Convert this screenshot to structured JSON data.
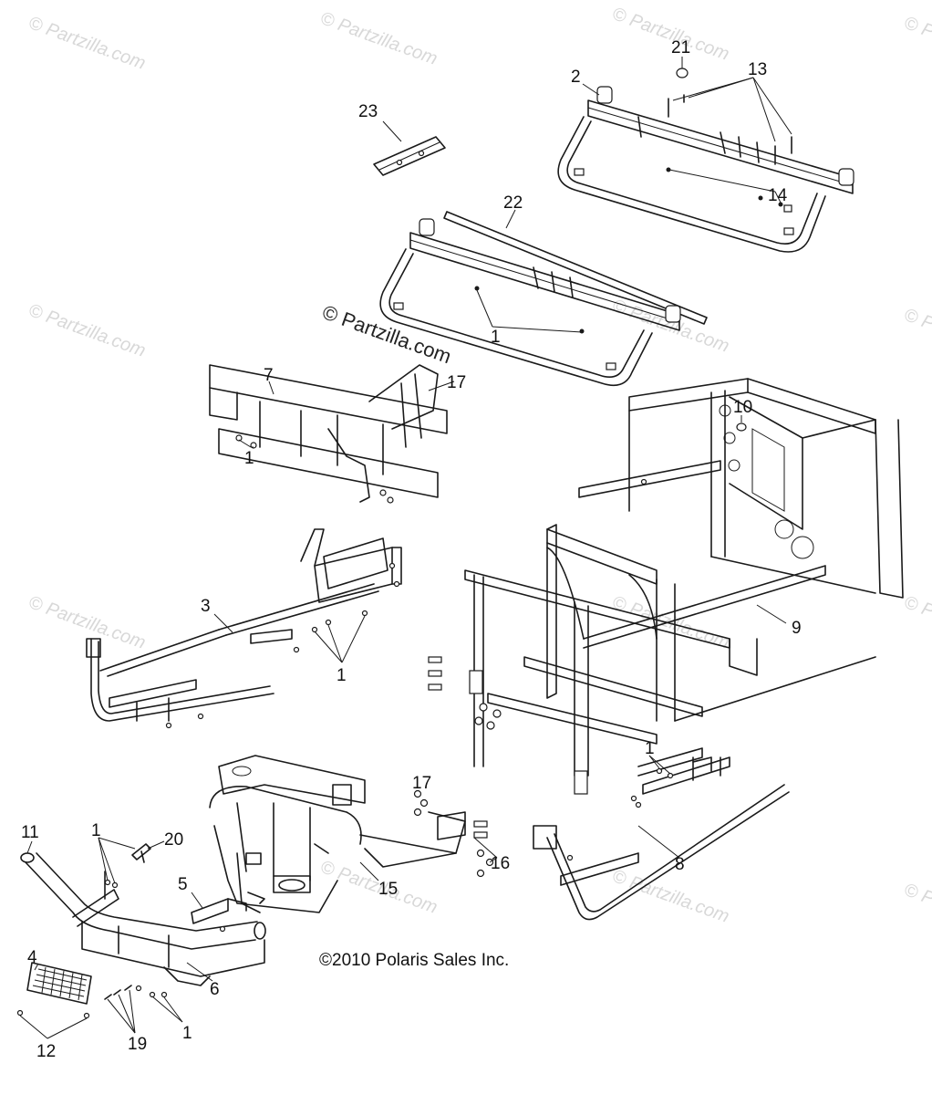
{
  "watermark_text": "© Partzilla.com",
  "watermark_main": "© Partzilla.com",
  "copyright": "©2010 Polaris Sales Inc.",
  "callouts": [
    {
      "id": "c21",
      "label": "21"
    },
    {
      "id": "c13",
      "label": "13"
    },
    {
      "id": "c2",
      "label": "2"
    },
    {
      "id": "c23",
      "label": "23"
    },
    {
      "id": "c14",
      "label": "14"
    },
    {
      "id": "c22",
      "label": "22"
    },
    {
      "id": "c1a",
      "label": "1"
    },
    {
      "id": "c7",
      "label": "7"
    },
    {
      "id": "c17a",
      "label": "17"
    },
    {
      "id": "c10",
      "label": "10"
    },
    {
      "id": "c1b",
      "label": "1"
    },
    {
      "id": "c3",
      "label": "3"
    },
    {
      "id": "c1c",
      "label": "1"
    },
    {
      "id": "c9",
      "label": "9"
    },
    {
      "id": "c1d",
      "label": "1"
    },
    {
      "id": "c17b",
      "label": "17"
    },
    {
      "id": "c11",
      "label": "11"
    },
    {
      "id": "c1e",
      "label": "1"
    },
    {
      "id": "c20",
      "label": "20"
    },
    {
      "id": "c16",
      "label": "16"
    },
    {
      "id": "c8",
      "label": "8"
    },
    {
      "id": "c5",
      "label": "5"
    },
    {
      "id": "c15",
      "label": "15"
    },
    {
      "id": "c4",
      "label": "4"
    },
    {
      "id": "c6",
      "label": "6"
    },
    {
      "id": "c12",
      "label": "12"
    },
    {
      "id": "c19",
      "label": "19"
    },
    {
      "id": "c1f",
      "label": "1"
    }
  ]
}
